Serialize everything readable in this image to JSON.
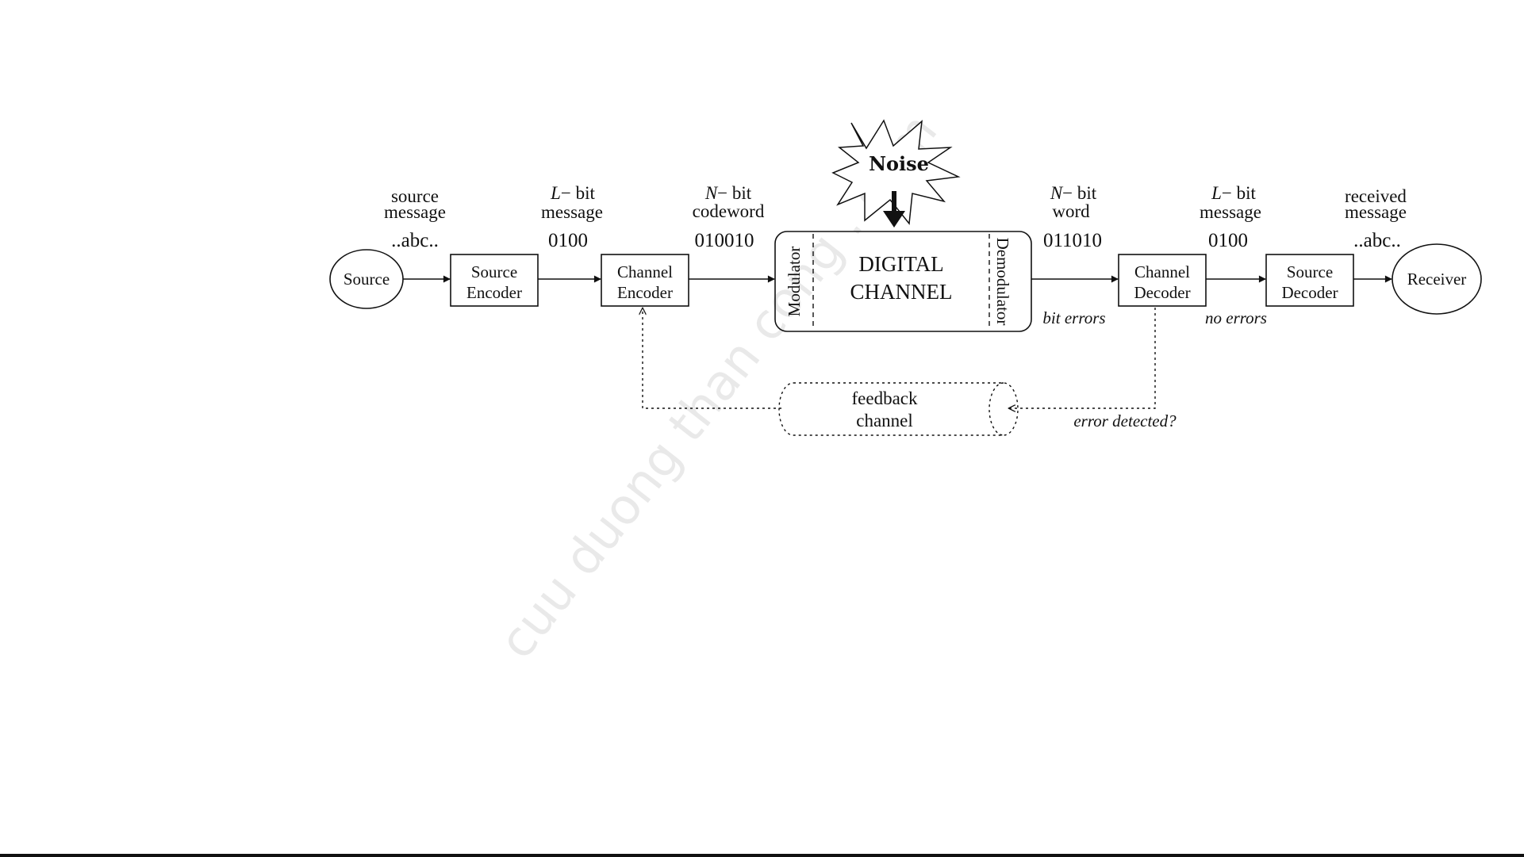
{
  "nodes": {
    "source": "Source",
    "source_encoder": [
      "Source",
      "Encoder"
    ],
    "channel_encoder": [
      "Channel",
      "Encoder"
    ],
    "modulator": "Modulator",
    "digital_channel": [
      "DIGITAL",
      "CHANNEL"
    ],
    "demodulator": "Demodulator",
    "channel_decoder": [
      "Channel",
      "Decoder"
    ],
    "source_decoder": [
      "Source",
      "Decoder"
    ],
    "receiver": "Receiver",
    "noise": "Noise",
    "feedback_channel": [
      "feedback",
      "channel"
    ]
  },
  "labels": {
    "source_message": [
      "source",
      "message"
    ],
    "source_value": "..abc..",
    "l_bit_message_1": {
      "var": "L",
      "suffix": "− bit",
      "line2": "message"
    },
    "l_bit_value_1": "0100",
    "n_bit_codeword": {
      "var": "N",
      "suffix": "− bit",
      "line2": "codeword"
    },
    "n_bit_codeword_value": "010010",
    "n_bit_word": {
      "var": "N",
      "suffix": "− bit",
      "line2": "word"
    },
    "n_bit_word_value": "011010",
    "l_bit_message_2": {
      "var": "L",
      "suffix": "− bit",
      "line2": "message"
    },
    "l_bit_value_2": "0100",
    "received_message": [
      "received",
      "message"
    ],
    "received_value": "..abc..",
    "bit_errors": "bit errors",
    "no_errors": "no errors",
    "error_detected": "error detected?"
  },
  "watermark": "cuu duong than cong . com"
}
